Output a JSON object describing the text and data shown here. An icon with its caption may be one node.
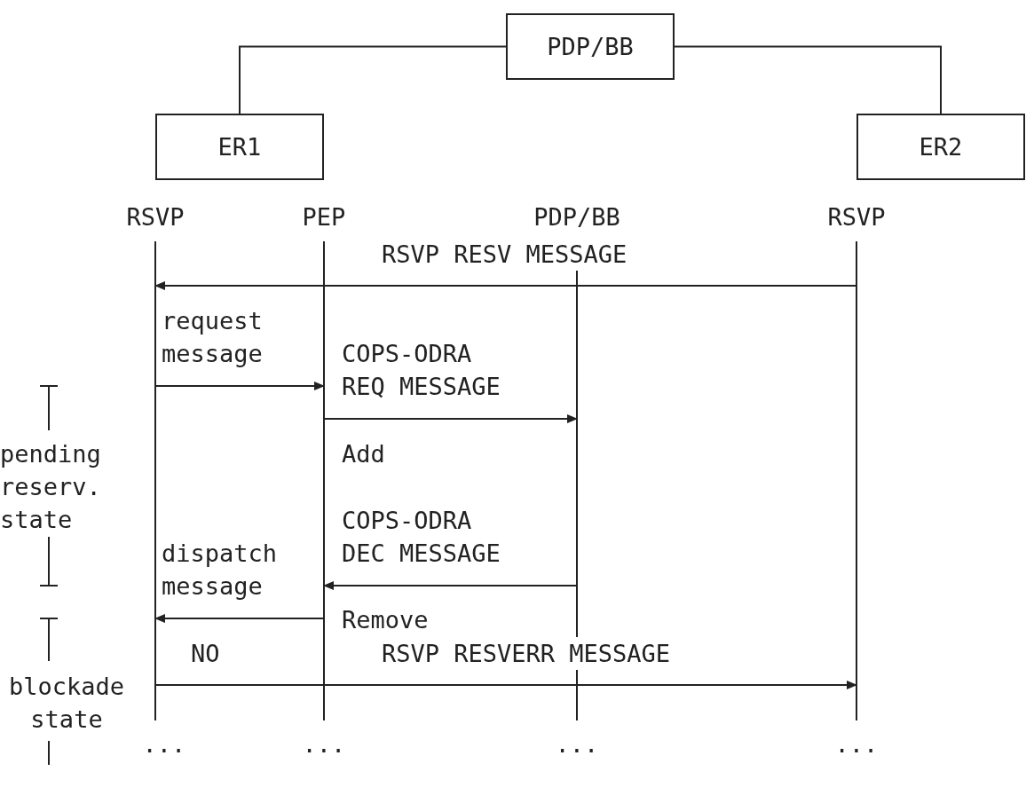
{
  "diagram": {
    "nodes": [
      {
        "text": [
          "PDP/BB"
        ]
      },
      {
        "text": [
          "ER1"
        ]
      },
      {
        "text": [
          "ER2"
        ]
      },
      {
        "text": [
          "RSVP"
        ]
      },
      {
        "text": [
          "PEP"
        ]
      },
      {
        "text": [
          "PDP/BB"
        ]
      },
      {
        "text": [
          "RSVP"
        ]
      }
    ],
    "edges": [
      {
        "from": 0,
        "to": 1,
        "arrow": "none"
      },
      {
        "from": 0,
        "to": 2,
        "arrow": "none"
      },
      {
        "from": 6,
        "to": 3,
        "arrow": "to",
        "label": "RSVP RESV MESSAGE"
      },
      {
        "from": 3,
        "to": 4,
        "arrow": "to",
        "label": "request message"
      },
      {
        "from": 4,
        "to": 5,
        "arrow": "to",
        "label": "COPS-ODRA REQ MESSAGE"
      },
      {
        "from": 5,
        "to": 4,
        "arrow": "to",
        "label": "COPS-ODRA DEC MESSAGE"
      },
      {
        "from": 4,
        "to": 3,
        "arrow": "to",
        "label": "dispatch message"
      },
      {
        "from": 3,
        "to": 6,
        "arrow": "to",
        "label": "RSVP RESVERR MESSAGE"
      }
    ],
    "labels": [
      "Add",
      "pending reserv. state",
      "Remove",
      "NO",
      "blockade state",
      "...",
      "...",
      "...",
      "..."
    ]
  }
}
